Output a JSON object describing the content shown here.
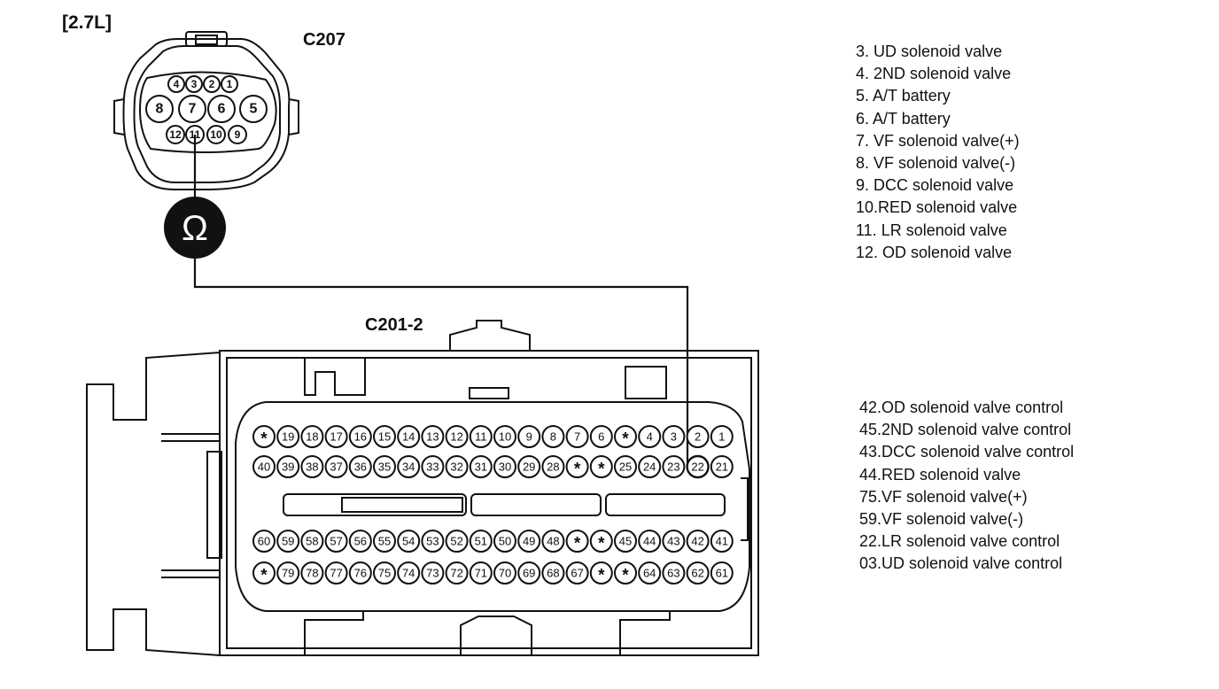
{
  "engine_label": "[2.7L]",
  "connector_c207": {
    "title": "C207",
    "pins": [
      "1",
      "2",
      "3",
      "4",
      "5",
      "6",
      "7",
      "8",
      "9",
      "10",
      "11",
      "12"
    ]
  },
  "meter": {
    "symbol": "Ω",
    "name": "ohmmeter"
  },
  "connector_c201": {
    "title": "C201-2",
    "rows": [
      [
        "*",
        "19",
        "18",
        "17",
        "16",
        "15",
        "14",
        "13",
        "12",
        "11",
        "10",
        "9",
        "8",
        "7",
        "6",
        "*",
        "4",
        "3",
        "2",
        "1"
      ],
      [
        "40",
        "39",
        "38",
        "37",
        "36",
        "35",
        "34",
        "33",
        "32",
        "31",
        "30",
        "29",
        "28",
        "*",
        "*",
        "25",
        "24",
        "23",
        "22",
        "21"
      ],
      [
        "60",
        "59",
        "58",
        "57",
        "56",
        "55",
        "54",
        "53",
        "52",
        "51",
        "50",
        "49",
        "48",
        "*",
        "*",
        "45",
        "44",
        "43",
        "42",
        "41"
      ],
      [
        "*",
        "79",
        "78",
        "77",
        "76",
        "75",
        "74",
        "73",
        "72",
        "71",
        "70",
        "69",
        "68",
        "67",
        "*",
        "*",
        "64",
        "63",
        "62",
        "61"
      ]
    ]
  },
  "legend_c207": [
    "3. UD solenoid valve",
    "4. 2ND solenoid valve",
    "5. A/T battery",
    "6. A/T battery",
    "7. VF solenoid valve(+)",
    "8. VF solenoid valve(-)",
    "9. DCC solenoid valve",
    "10.RED solenoid valve",
    "11. LR solenoid valve",
    "12. OD solenoid valve"
  ],
  "legend_c201": [
    "42.OD solenoid valve control",
    "45.2ND solenoid valve control",
    "43.DCC solenoid valve control",
    "44.RED solenoid valve",
    "75.VF solenoid valve(+)",
    "59.VF solenoid valve(-)",
    "22.LR solenoid valve control",
    "03.UD solenoid valve control"
  ]
}
